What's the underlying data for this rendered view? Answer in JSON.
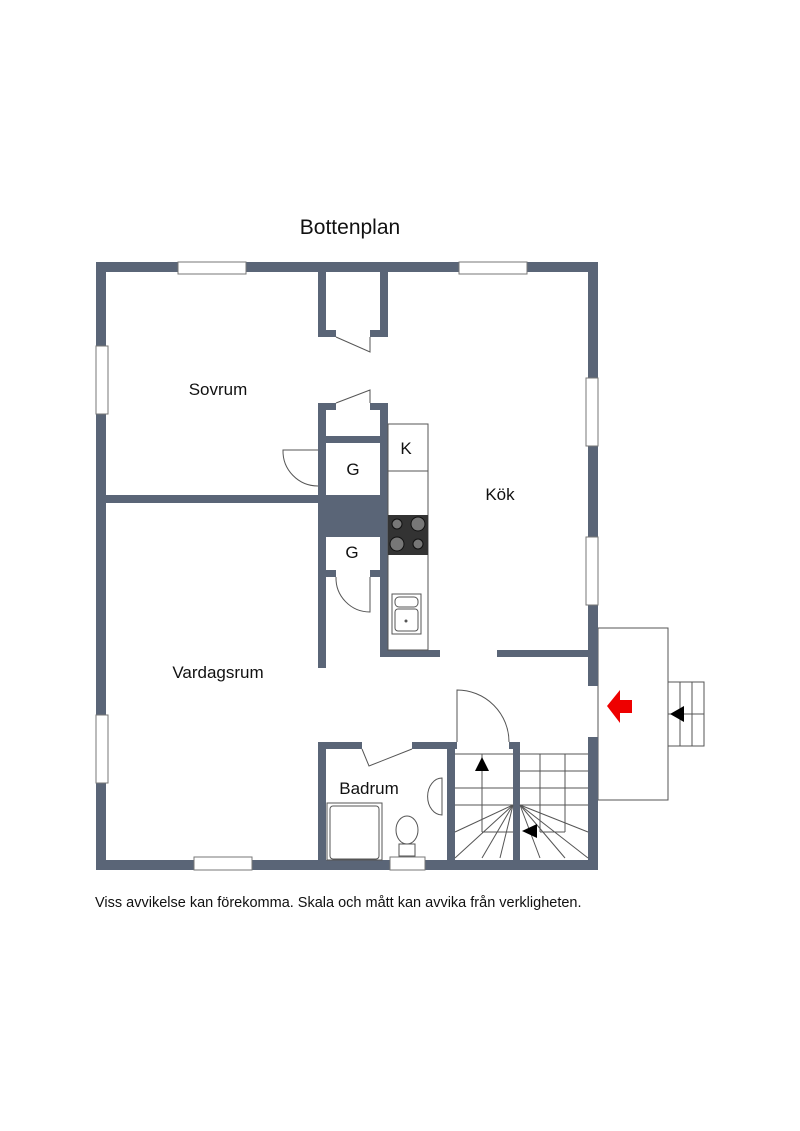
{
  "title": "Bottenplan",
  "rooms": {
    "sovrum": "Sovrum",
    "kok": "Kök",
    "vardagsrum": "Vardagsrum",
    "badrum": "Badrum",
    "garderob1": "G",
    "garderob2": "G",
    "kyl": "K"
  },
  "disclaimer": "Viss avvikelse kan förekomma. Skala och mått kan avvika från verkligheten.",
  "colors": {
    "wall": "#5a6577",
    "entrance_arrow": "#ee0000"
  }
}
